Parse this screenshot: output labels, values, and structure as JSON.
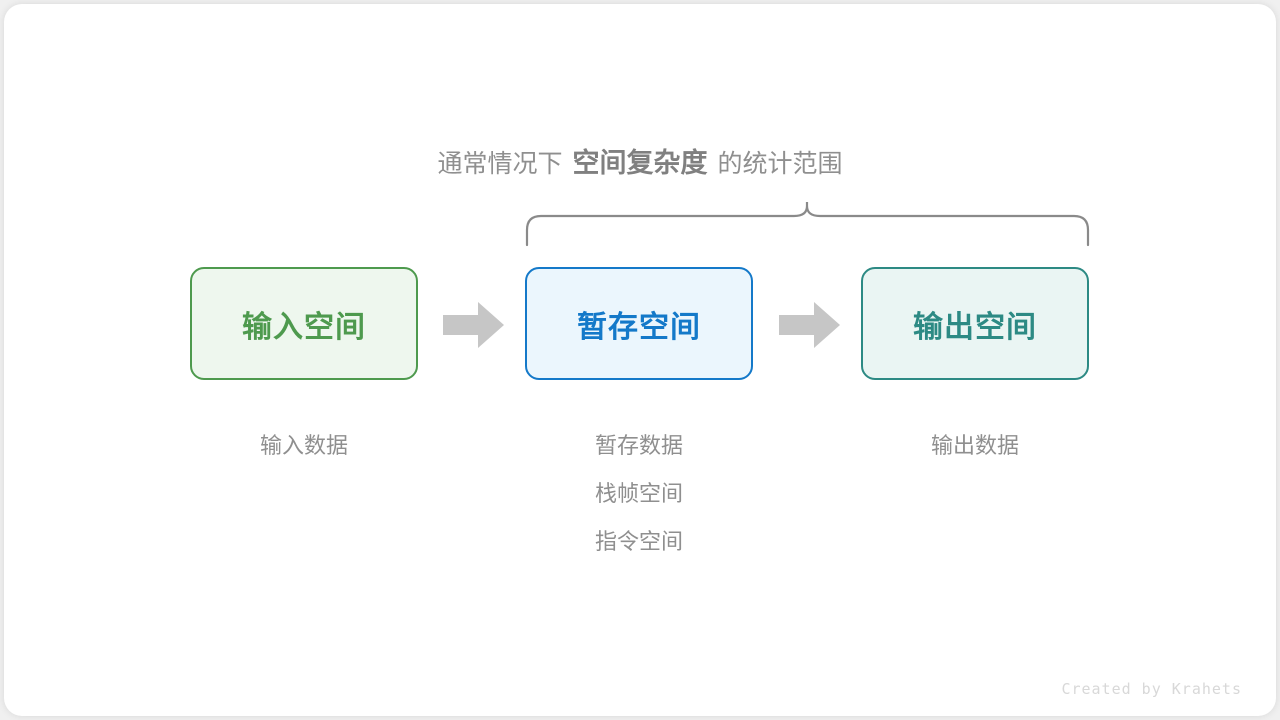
{
  "heading": {
    "prefix": "通常情况下",
    "emphasis": "空间复杂度",
    "suffix": "的统计范围"
  },
  "boxes": [
    {
      "id": "input-space",
      "label": "输入空间",
      "color": "#4e9a4e",
      "fill": "#eef7ee"
    },
    {
      "id": "temp-space",
      "label": "暂存空间",
      "color": "#1479c9",
      "fill": "#ebf6fd"
    },
    {
      "id": "output-space",
      "label": "输出空间",
      "color": "#2d8a84",
      "fill": "#eaf5f3"
    }
  ],
  "captions": {
    "input": [
      "输入数据"
    ],
    "temp": [
      "暂存数据",
      "栈帧空间",
      "指令空间"
    ],
    "output": [
      "输出数据"
    ]
  },
  "arrows": {
    "first_name": "arrow-input-to-temp",
    "second_name": "arrow-temp-to-output",
    "color": "#c6c6c6"
  },
  "brace": {
    "color": "#8a8a8a",
    "name": "scope-brace"
  },
  "credit": "Created by Krahets",
  "colors": {
    "page_background": "#f0f0f0",
    "card_background": "#ffffff",
    "muted_text": "#8f8f8f",
    "credit_text": "#d8d8d8"
  }
}
